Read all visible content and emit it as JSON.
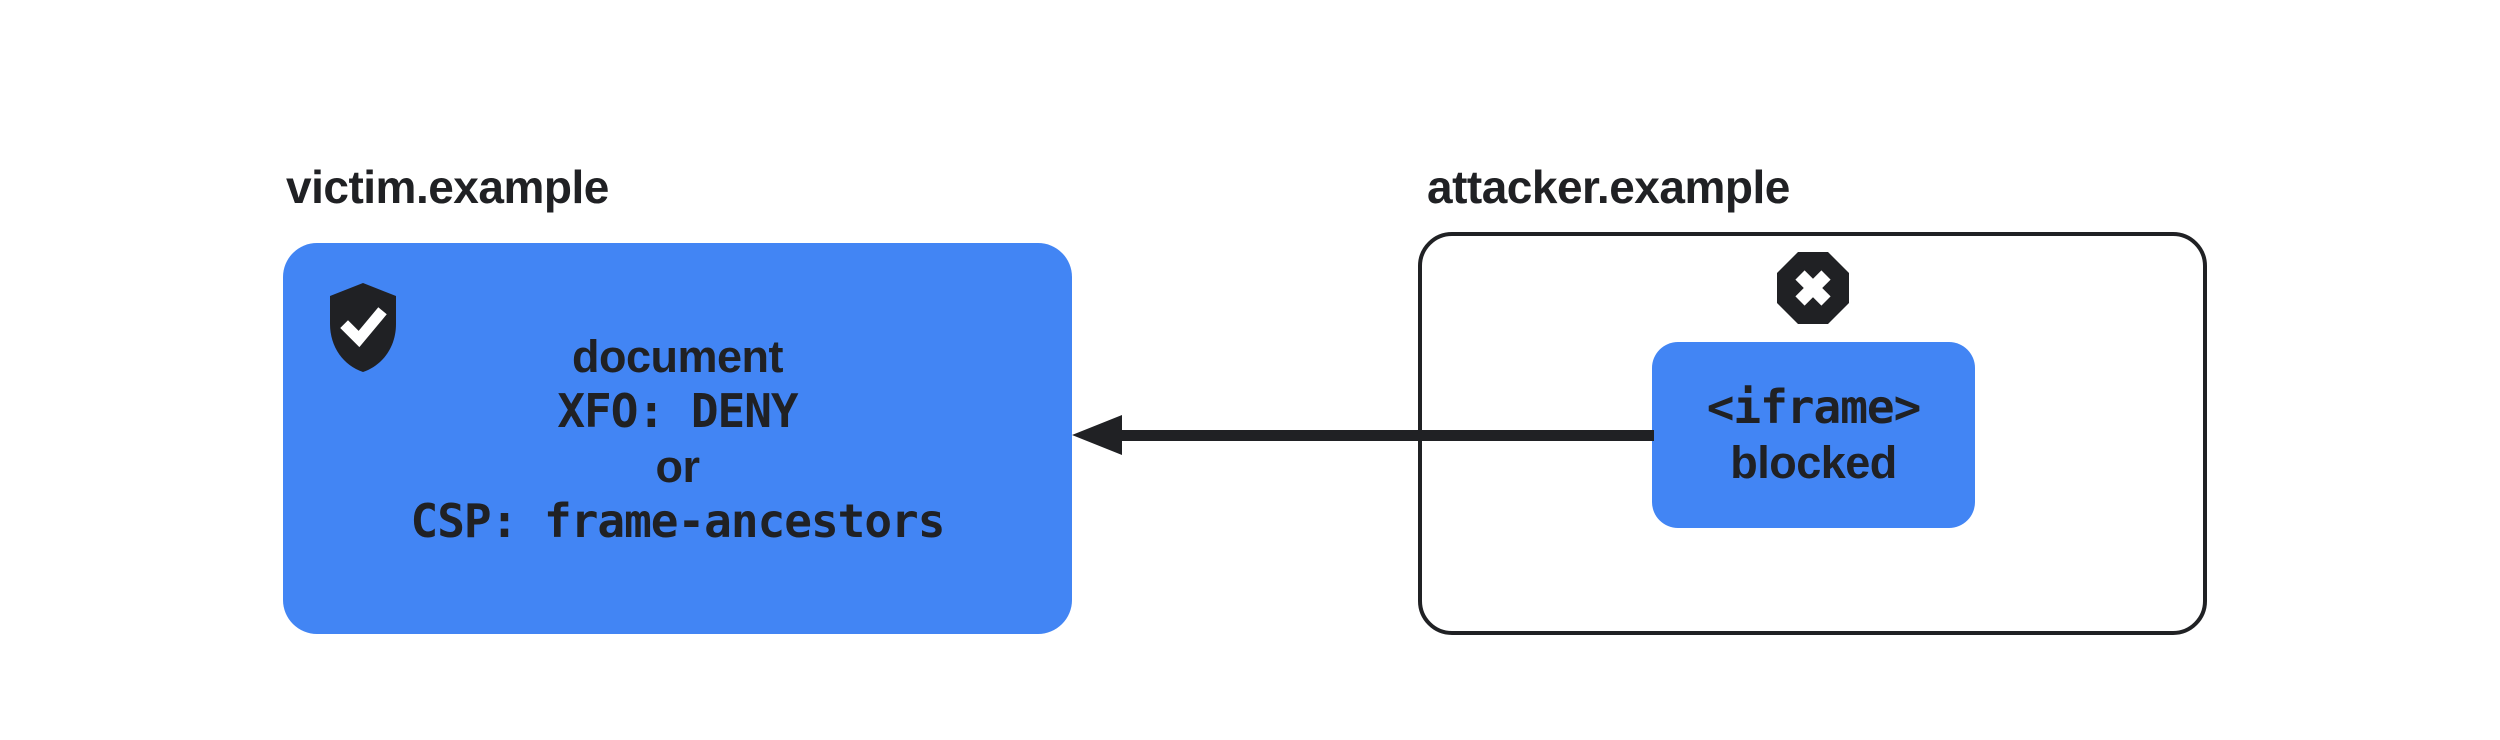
{
  "victim": {
    "label": "victim.example",
    "icon": "shield-check",
    "box_lines": [
      "document",
      "XFO: DENY",
      "or",
      "CSP: frame-ancestors"
    ]
  },
  "attacker": {
    "label": "attacker.example",
    "icon": "blocked-x-octagon",
    "iframe_lines": [
      "<iframe>",
      "blocked"
    ]
  },
  "arrow": {
    "direction": "right-to-left"
  },
  "colors": {
    "blue": "#4285F4",
    "dark": "#202124",
    "background": "#FFFFFF"
  }
}
